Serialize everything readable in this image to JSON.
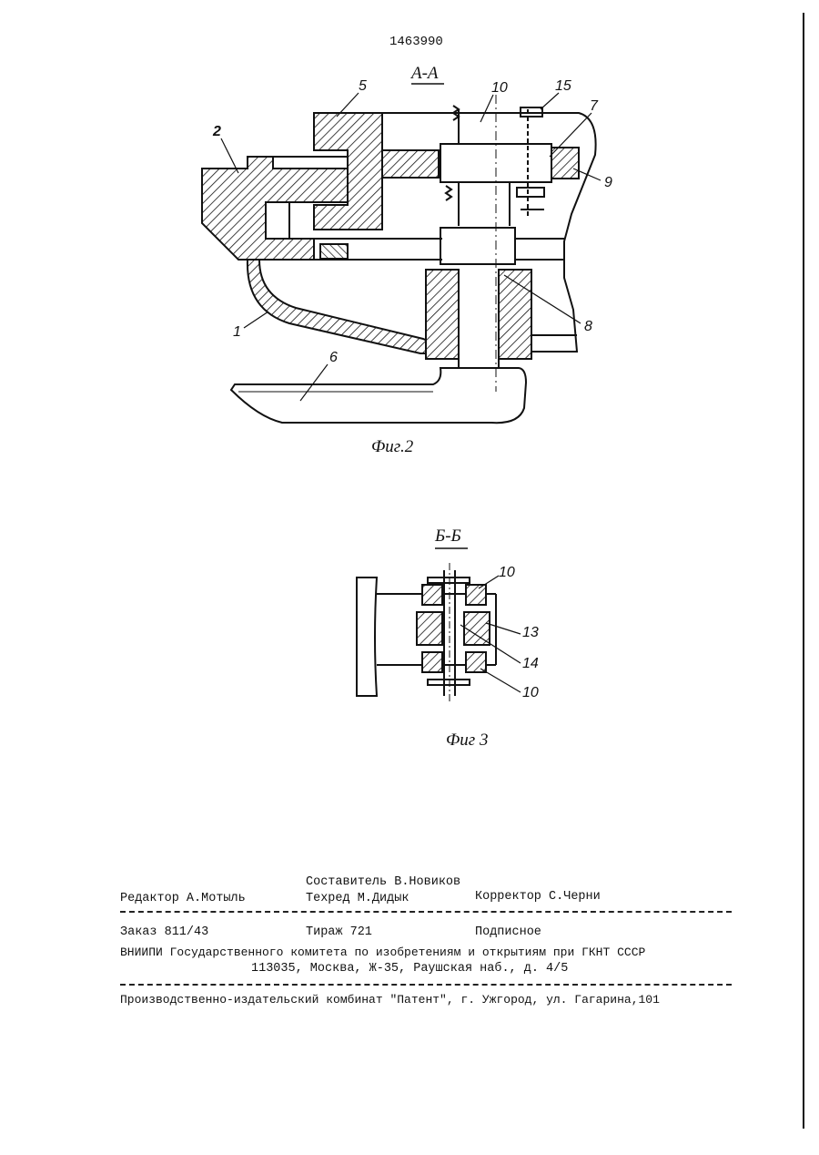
{
  "header": {
    "patent_number": "1463990"
  },
  "figure2": {
    "section_label": "A-A",
    "caption": "Фиг.2",
    "part_labels": [
      "5",
      "10",
      "15",
      "7",
      "2",
      "9",
      "1",
      "8",
      "6"
    ]
  },
  "figure3": {
    "section_label": "Б-Б",
    "caption": "Фиг 3",
    "part_labels": [
      "10",
      "13",
      "14",
      "10"
    ]
  },
  "imprint": {
    "compiler": "Составитель В.Новиков",
    "editor": "Редактор А.Мотыль",
    "techred": "Техред М.Дидык",
    "corrector": "Корректор С.Черни",
    "order": "Заказ 811/43",
    "circulation": "Тираж 721",
    "subscription": "Подписное",
    "org_line": "ВНИИПИ Государственного комитета по изобретениям и открытиям при ГКНТ СССР",
    "address": "113035, Москва, Ж-35, Раушская наб., д. 4/5",
    "publisher": "Производственно-издательский комбинат \"Патент\", г. Ужгород, ул. Гагарина,101"
  }
}
